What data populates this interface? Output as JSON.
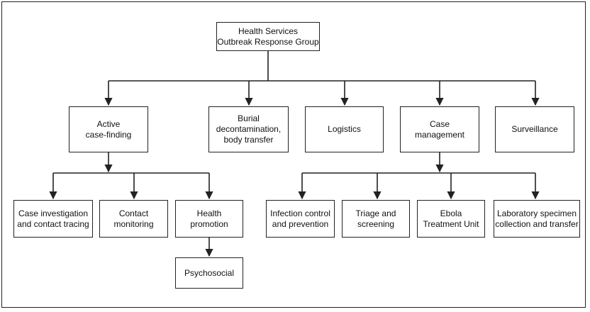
{
  "colors": {
    "line": "#222222",
    "box_border": "#222222",
    "text": "#111111",
    "background": "#ffffff"
  },
  "chart": {
    "root": {
      "lines": [
        "Health Services",
        "Outbreak Response Group"
      ]
    },
    "level1": [
      {
        "lines": [
          "Active",
          "case-finding"
        ]
      },
      {
        "lines": [
          "Burial",
          "decontamination,",
          "body transfer"
        ]
      },
      {
        "lines": [
          "Logistics"
        ]
      },
      {
        "lines": [
          "Case",
          "management"
        ]
      },
      {
        "lines": [
          "Surveillance"
        ]
      }
    ],
    "active_case_finding_children": [
      {
        "lines": [
          "Case investigation",
          "and contact tracing"
        ]
      },
      {
        "lines": [
          "Contact",
          "monitoring"
        ]
      },
      {
        "lines": [
          "Health",
          "promotion"
        ]
      }
    ],
    "health_promotion_children": [
      {
        "lines": [
          "Psychosocial"
        ]
      }
    ],
    "case_management_children": [
      {
        "lines": [
          "Infection control",
          "and prevention"
        ]
      },
      {
        "lines": [
          "Triage and",
          "screening"
        ]
      },
      {
        "lines": [
          "Ebola",
          "Treatment Unit"
        ]
      },
      {
        "lines": [
          "Laboratory specimen",
          "collection and transfer"
        ]
      }
    ]
  }
}
